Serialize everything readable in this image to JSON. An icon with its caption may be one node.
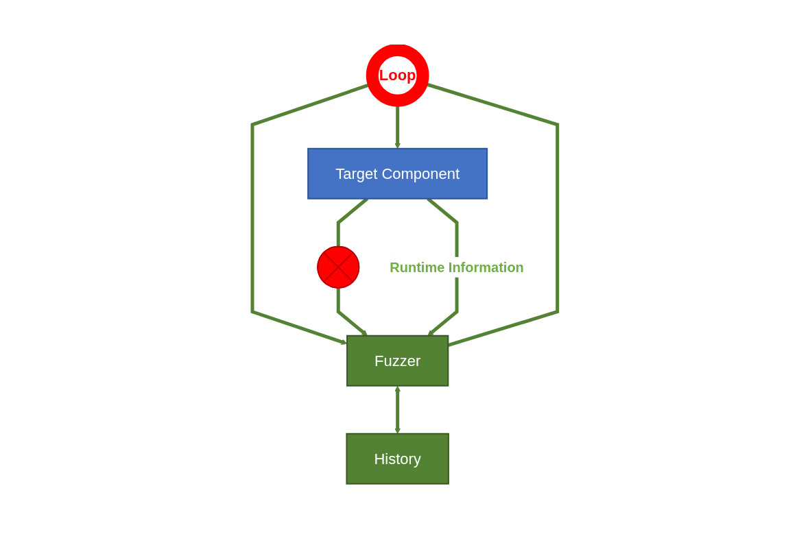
{
  "diagram": {
    "nodes": [
      {
        "text": [
          "Loop"
        ]
      },
      {
        "text": [
          "Target Component"
        ]
      },
      {
        "text": [
          "Fuzzer"
        ]
      },
      {
        "text": [
          "History"
        ]
      },
      {
        "text": [],
        "shape": "cross"
      }
    ],
    "edges": [
      {
        "from": 0,
        "to": 1,
        "arrow": "to"
      },
      {
        "from": 0,
        "to": 2,
        "arrow": "to"
      },
      {
        "from": 2,
        "to": 0,
        "arrow": "none"
      },
      {
        "from": 2,
        "to": 3,
        "arrow": "both"
      },
      {
        "from": 1,
        "to": 4,
        "arrow": "none"
      },
      {
        "from": 4,
        "to": 2,
        "arrow": "to"
      },
      {
        "from": 1,
        "to": 2,
        "label": "Runtime Information",
        "arrow": "to"
      }
    ]
  }
}
